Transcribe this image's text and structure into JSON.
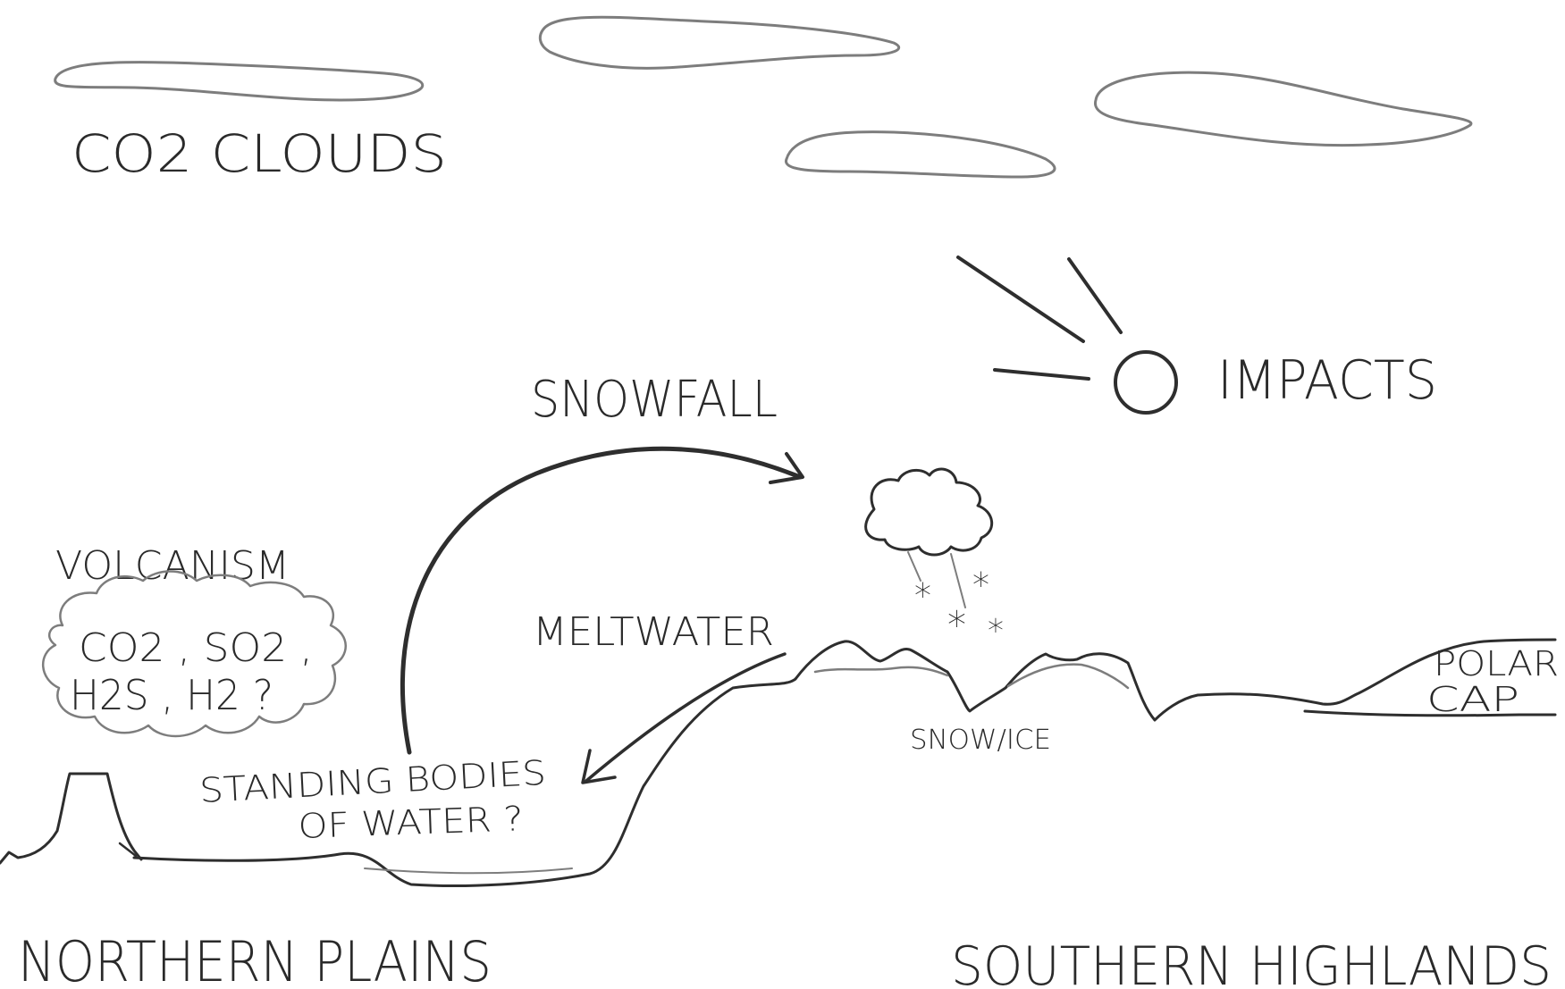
{
  "labels": {
    "co2_clouds": "CO2 CLOUDS",
    "impacts": "IMPACTS",
    "snowfall": "SNOWFALL",
    "volcanism": "VOLCANISM",
    "gases_line1": "CO2 , SO2 ,",
    "gases_line2": "H2S , H2 ?",
    "meltwater": "MELTWATER",
    "standing_bodies_line1": "STANDING BODIES",
    "standing_bodies_line2": "OF WATER ?",
    "snow_ice": "SNOW/ICE",
    "polar_cap_line1": "POLAR",
    "polar_cap_line2": "CAP",
    "northern_plains": "NORTHERN PLAINS",
    "southern_highlands": "SOUTHERN HIGHLANDS"
  },
  "snowflake_glyph": "*"
}
